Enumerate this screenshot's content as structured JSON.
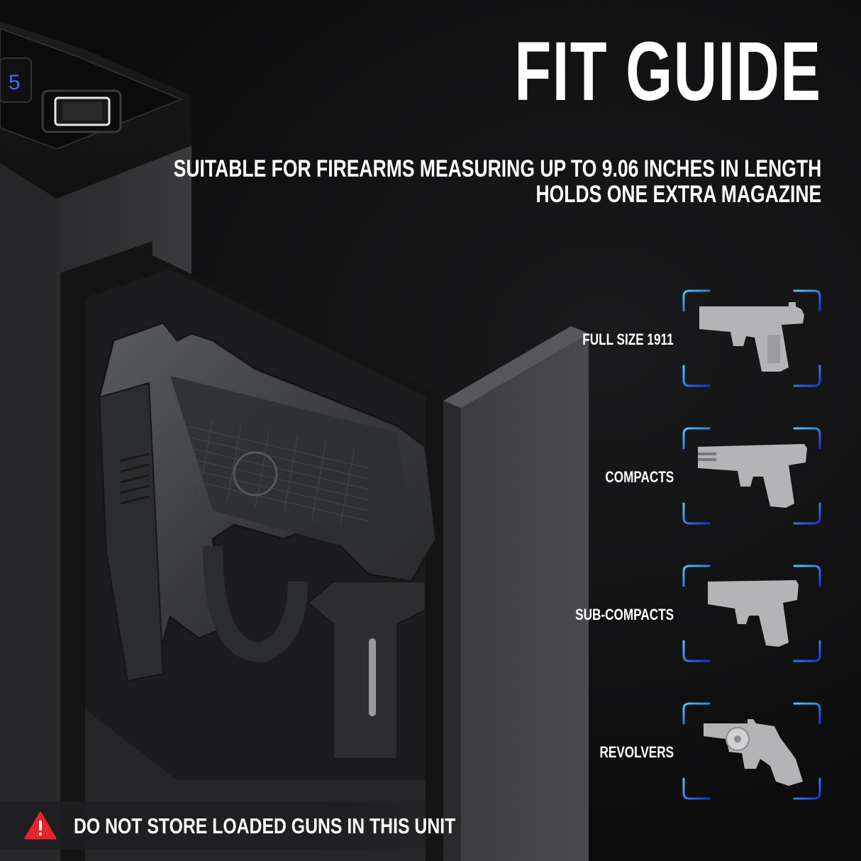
{
  "heading": {
    "title": "FIT GUIDE",
    "line1": "SUITABLE FOR FIREARMS MEASURING UP TO 9.06 INCHES IN LENGTH",
    "line2": "HOLDS ONE EXTRA MAGAZINE"
  },
  "keypad": {
    "visible_key": "5"
  },
  "fit_list": [
    {
      "label": "FULL SIZE 1911",
      "icon": "pistol-1911-icon"
    },
    {
      "label": "COMPACTS",
      "icon": "compact-pistol-icon"
    },
    {
      "label": "SUB-COMPACTS",
      "icon": "subcompact-pistol-icon"
    },
    {
      "label": "REVOLVERS",
      "icon": "revolver-icon"
    }
  ],
  "warning": {
    "text": "DO NOT STORE LOADED GUNS IN THIS UNIT",
    "icon": "warning-triangle-icon",
    "icon_color": "#e3262b"
  },
  "colors": {
    "frame_start": "#4fc8f0",
    "frame_end": "#1d2fd9",
    "gun_silhouette": "#b4b4b6",
    "background": "#0d0d0e"
  }
}
